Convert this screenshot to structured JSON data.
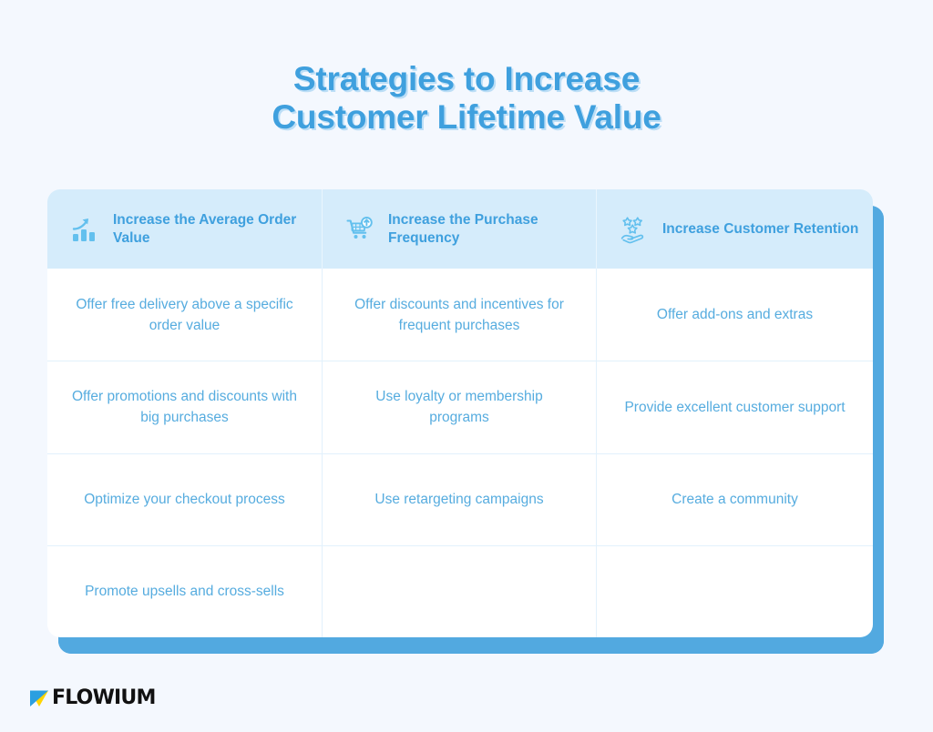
{
  "page": {
    "background_color": "#f4f8fe",
    "accent_color": "#3fa0de",
    "shadow_color": "#52a9e0",
    "header_band_color": "#d5ecfb",
    "body_text_color": "#56acdf"
  },
  "title": {
    "line1": "Strategies to Increase",
    "line2": "Customer Lifetime Value"
  },
  "table": {
    "columns": [
      {
        "icon": "growth-bar-chart-icon",
        "label": "Increase the Average Order Value",
        "cells": [
          "Offer free delivery above a specific order value",
          "Offer promotions and discounts with big purchases",
          "Optimize your checkout process",
          "Promote upsells and cross-sells"
        ]
      },
      {
        "icon": "shopping-cart-up-arrow-icon",
        "label": "Increase the Purchase Frequency",
        "cells": [
          "Offer discounts and incentives for frequent purchases",
          "Use loyalty or membership programs",
          "Use retargeting campaigns",
          ""
        ]
      },
      {
        "icon": "hand-holding-stars-icon",
        "label": "Increase Customer Retention",
        "cells": [
          "Offer add-ons and extras",
          "Provide excellent customer support",
          "Create a community",
          ""
        ]
      }
    ]
  },
  "logo": {
    "text": "FLOWIUM",
    "mark_blue": "#2b9fe0",
    "mark_yellow": "#ffd500"
  }
}
